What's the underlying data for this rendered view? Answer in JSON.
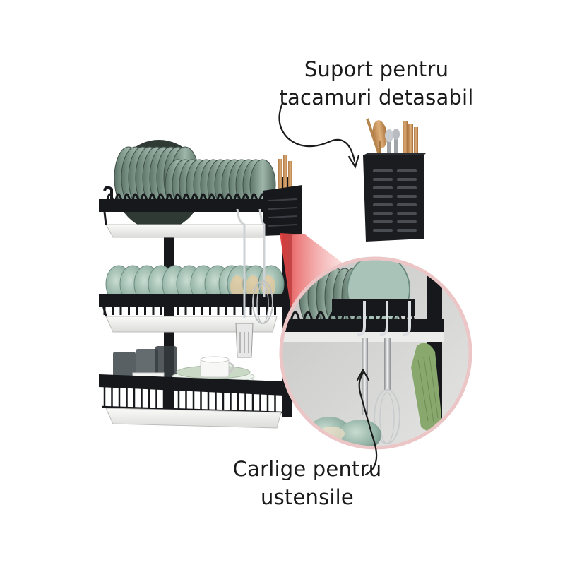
{
  "captions": {
    "top": {
      "line1": "Suport pentru",
      "line2": "tacamuri detasabil"
    },
    "bottom": {
      "line1": "Carlige pentru",
      "line2": "ustensile"
    }
  },
  "colors": {
    "rack": "#16181b",
    "plate": "#7c958a",
    "tray": "#f1f1ef",
    "wall": "#cfcfcf",
    "towel": "#88a86e",
    "highlight": "#d62728"
  },
  "icons": [
    "arrow-curve-icon",
    "zoom-lens-icon"
  ]
}
